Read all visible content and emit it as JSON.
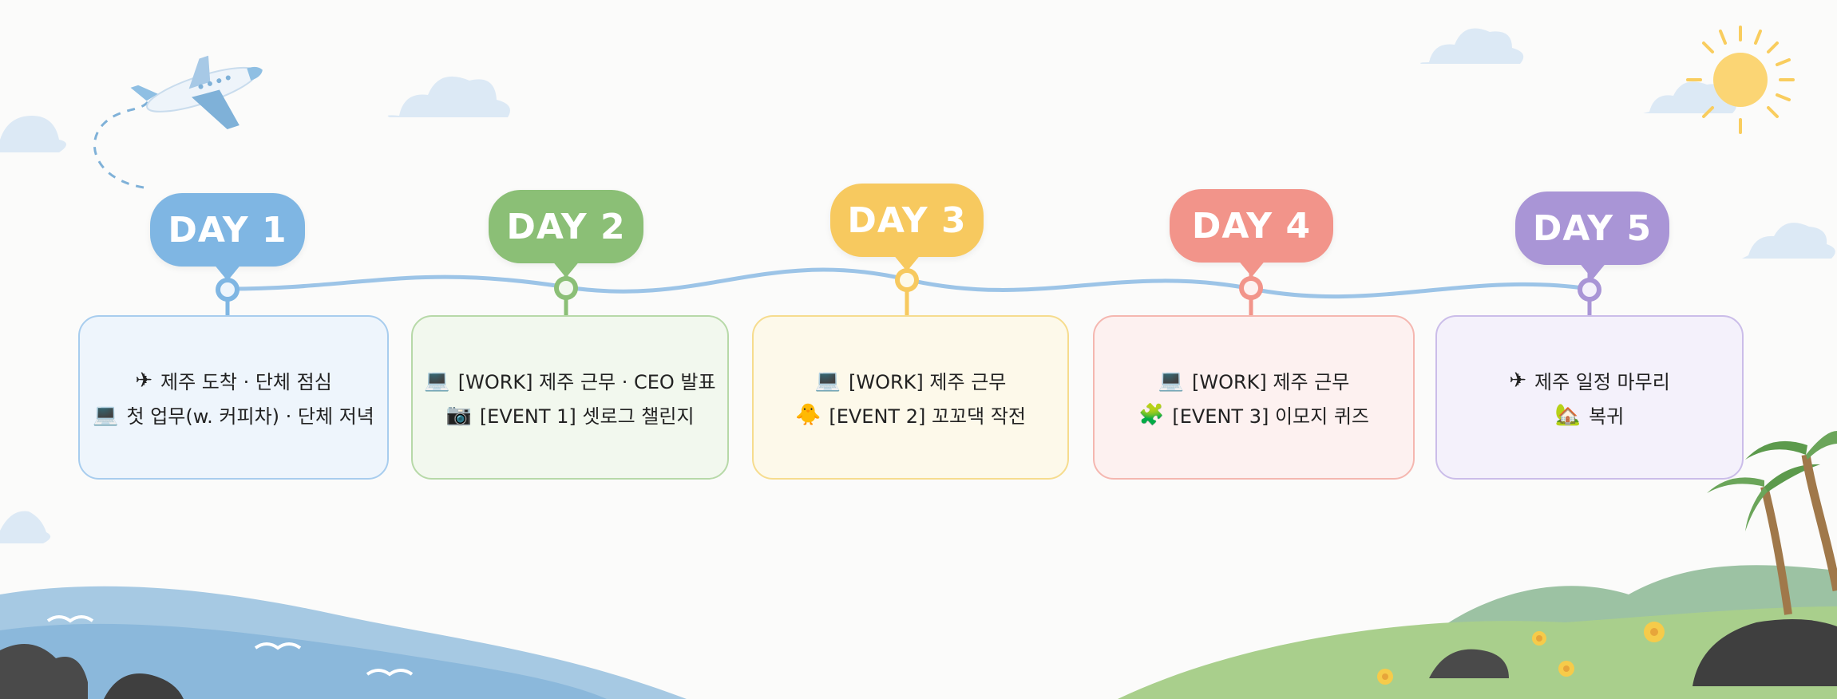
{
  "days": [
    {
      "label": "DAY 1",
      "color": "#7fb6e3",
      "card_border": "#a8cdee",
      "card_bg": "#eef5fc",
      "items": [
        {
          "icon": "airplane-icon",
          "glyph": "✈",
          "text": "제주 도착 · 단체 점심"
        },
        {
          "icon": "laptop-icon",
          "glyph": "💻",
          "text": "첫 업무(w. 커피차) · 단체 저녁"
        }
      ]
    },
    {
      "label": "DAY 2",
      "color": "#8bbf76",
      "card_border": "#b7d9a8",
      "card_bg": "#f2f8ee",
      "items": [
        {
          "icon": "laptop-icon",
          "glyph": "💻",
          "text": "[WORK] 제주 근무 · CEO 발표"
        },
        {
          "icon": "camera-icon",
          "glyph": "📷",
          "text": "[EVENT 1] 셋로그 챌린지"
        }
      ]
    },
    {
      "label": "DAY 3",
      "color": "#f7c95f",
      "card_border": "#f6dc8e",
      "card_bg": "#fdf9ea",
      "items": [
        {
          "icon": "laptop-icon",
          "glyph": "💻",
          "text": "[WORK] 제주 근무"
        },
        {
          "icon": "chick-icon",
          "glyph": "🐥",
          "text": "[EVENT 2] 꼬꼬댁 작전"
        }
      ]
    },
    {
      "label": "DAY 4",
      "color": "#f2948a",
      "card_border": "#f5b7b0",
      "card_bg": "#fdf1f0",
      "items": [
        {
          "icon": "laptop-icon",
          "glyph": "💻",
          "text": "[WORK] 제주 근무"
        },
        {
          "icon": "puzzle-icon",
          "glyph": "🧩",
          "text": "[EVENT 3] 이모지 퀴즈"
        }
      ]
    },
    {
      "label": "DAY 5",
      "color": "#a995d6",
      "card_border": "#cbbde9",
      "card_bg": "#f4f1fb",
      "items": [
        {
          "icon": "airplane-icon",
          "glyph": "✈",
          "text": "제주 일정 마무리"
        },
        {
          "icon": "house-icon",
          "glyph": "🏡",
          "text": "복귀"
        }
      ]
    }
  ]
}
